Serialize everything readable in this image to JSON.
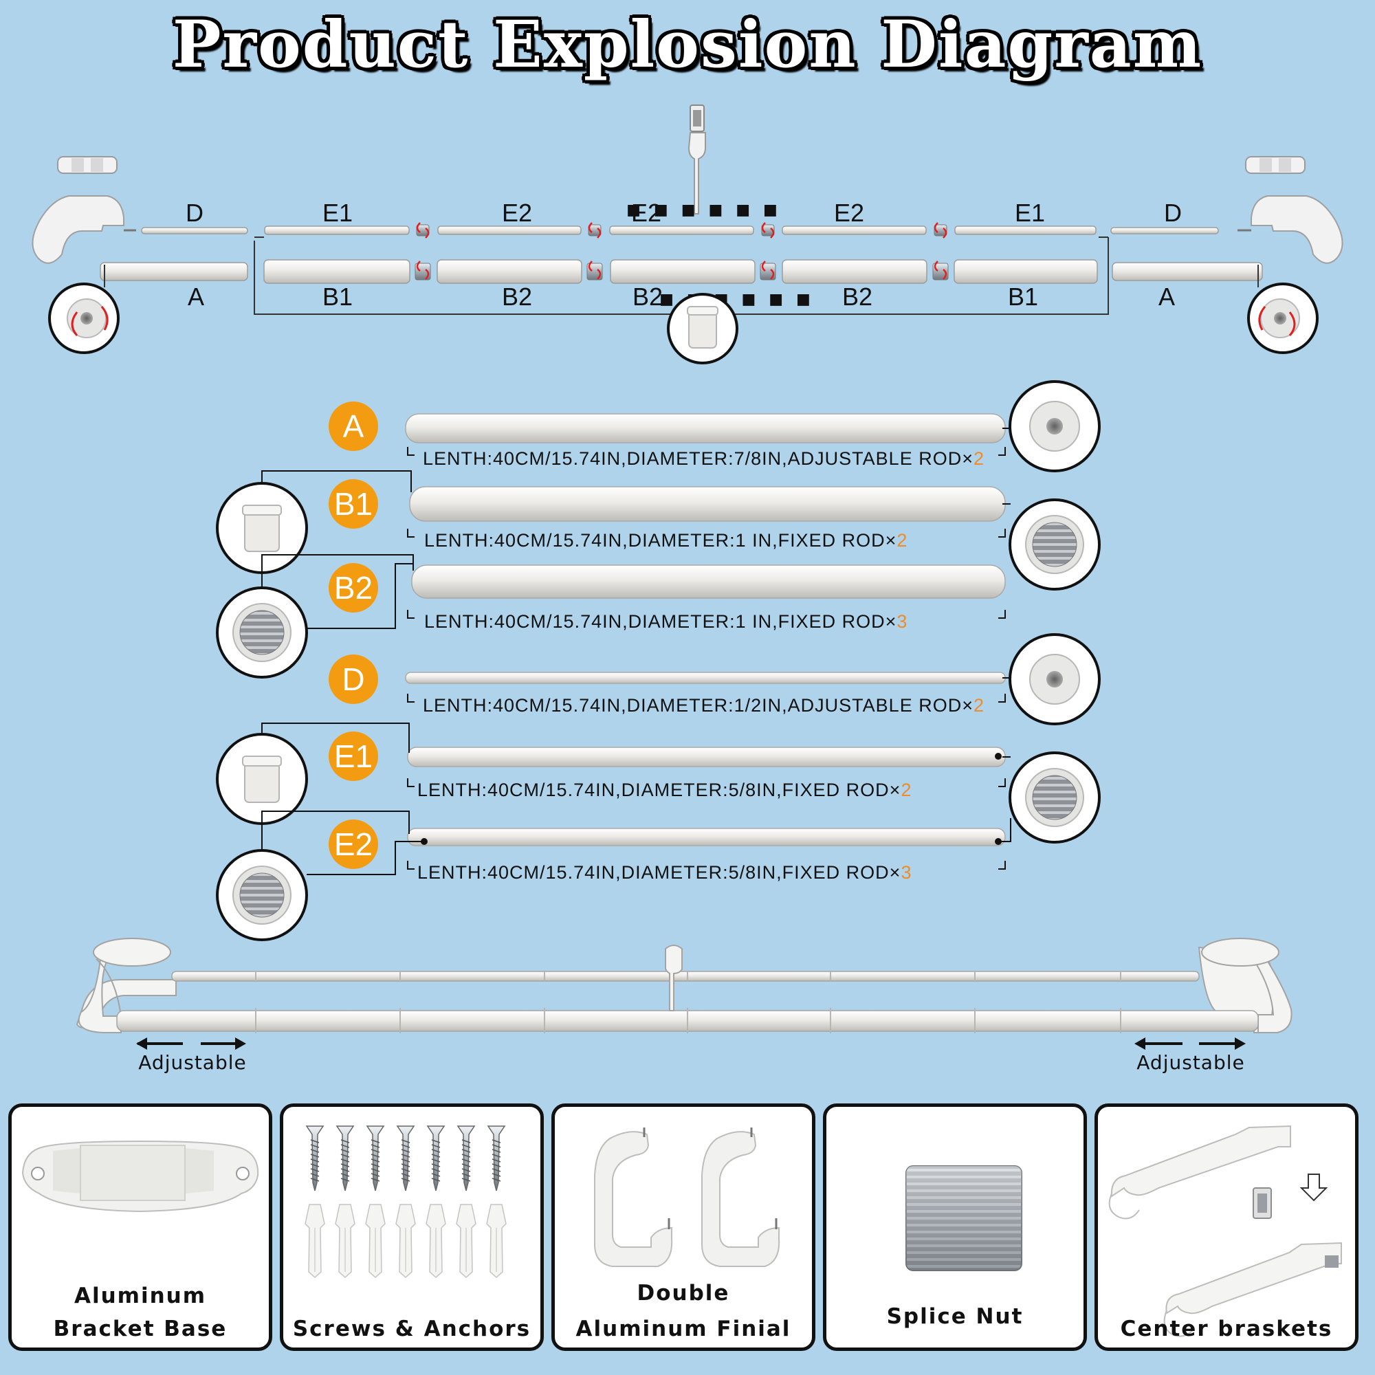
{
  "title": "Product Explosion Diagram",
  "assembly_labels": {
    "top": [
      "D",
      "E1",
      "E2",
      "E2",
      "E2",
      "E1",
      "D"
    ],
    "bottom": [
      "A",
      "B1",
      "B2",
      "B2",
      "B2",
      "B1",
      "A"
    ],
    "ellipsis": "■ ■ ■ ■ ■ ■"
  },
  "parts": [
    {
      "code": "A",
      "spec": "LENTH:40CM/15.74IN,DIAMETER:7/8IN,ADJUSTABLE ROD×",
      "qty": "2"
    },
    {
      "code": "B1",
      "spec": "LENTH:40CM/15.74IN,DIAMETER:1 IN,FIXED ROD×",
      "qty": "2"
    },
    {
      "code": "B2",
      "spec": "LENTH:40CM/15.74IN,DIAMETER:1 IN,FIXED ROD×",
      "qty": "3"
    },
    {
      "code": "D",
      "spec": "LENTH:40CM/15.74IN,DIAMETER:1/2IN,ADJUSTABLE ROD×",
      "qty": "2"
    },
    {
      "code": "E1",
      "spec": "LENTH:40CM/15.74IN,DIAMETER:5/8IN,FIXED ROD×",
      "qty": "2"
    },
    {
      "code": "E2",
      "spec": "LENTH:40CM/15.74IN,DIAMETER:5/8IN,FIXED ROD×",
      "qty": "3"
    }
  ],
  "adjustable_left": "Adjustable",
  "adjustable_right": "Adjustable",
  "accessories": [
    {
      "line1": "Aluminum",
      "line2": "Bracket Base"
    },
    {
      "line1": "",
      "line2": "Screws & Anchors"
    },
    {
      "line1": "Double",
      "line2": "Aluminum Finial"
    },
    {
      "line1": "",
      "line2": "Splice Nut"
    },
    {
      "line1": "",
      "line2": "Center braskets"
    }
  ],
  "colors": {
    "background": "#b0d3ec",
    "badge": "#f39c12",
    "quantity": "#ee8c2a",
    "rod": "#ececea"
  }
}
